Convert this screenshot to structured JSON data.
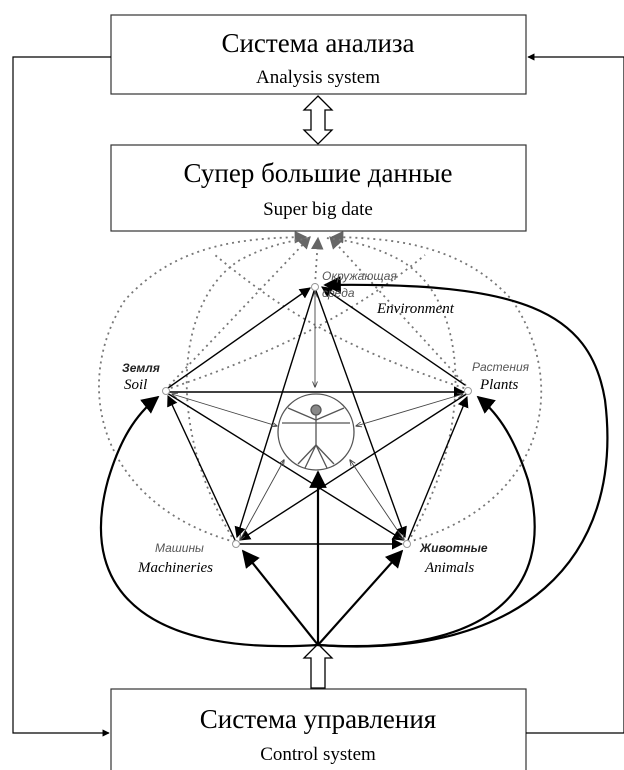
{
  "analysis": {
    "title_ru": "Система анализа",
    "title_en": "Analysis system"
  },
  "data_box": {
    "title_ru": "Супер большие данные",
    "title_en": "Super big date"
  },
  "control": {
    "title_ru": "Система управления",
    "title_en": "Control system"
  },
  "nodes": {
    "environment": {
      "ru_line1": "Окружающая",
      "ru_line2": "среда",
      "en": "Environment"
    },
    "soil": {
      "ru": "Земля",
      "en": "Soil"
    },
    "plants": {
      "ru": "Растения",
      "en": "Plants"
    },
    "machineries": {
      "ru": "Машины",
      "en": "Machineries"
    },
    "animals": {
      "ru": "Животные",
      "en": "Animals"
    }
  },
  "colors": {
    "line": "#000000",
    "dotted": "#777777",
    "box_border": "#333333",
    "human": "#555555"
  },
  "icons": {
    "center": "vitruvian-human-icon"
  }
}
